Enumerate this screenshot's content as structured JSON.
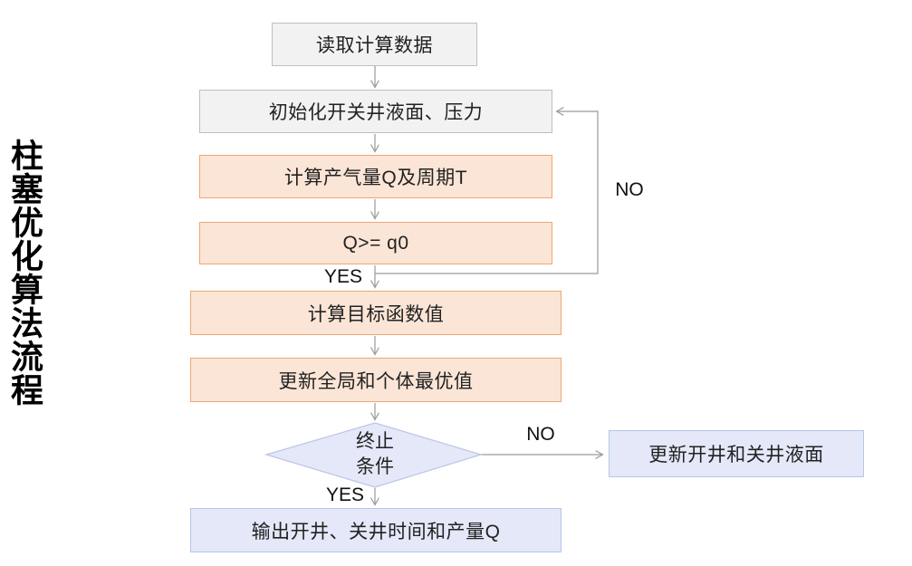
{
  "title": "柱塞优化算法流程",
  "nodes": {
    "read_data": "读取计算数据",
    "init_wells": "初始化开关井液面、压力",
    "calc_q_t": "计算产气量Q及周期T",
    "q_condition": "Q>= q0",
    "calc_objective": "计算目标函数值",
    "update_best": "更新全局和个体最优值",
    "terminate_line1": "终止",
    "terminate_line2": "条件",
    "update_liquid": "更新开井和关井液面",
    "output": "输出开井、关井时间和产量Q"
  },
  "labels": {
    "yes_q": "YES",
    "no_q": "NO",
    "yes_term": "YES",
    "no_term": "NO"
  },
  "edges": [
    {
      "from": "read_data",
      "to": "init_wells",
      "label": ""
    },
    {
      "from": "init_wells",
      "to": "calc_q_t",
      "label": ""
    },
    {
      "from": "calc_q_t",
      "to": "q_condition",
      "label": ""
    },
    {
      "from": "q_condition",
      "to": "calc_objective",
      "label": "YES"
    },
    {
      "from": "q_condition",
      "to": "init_wells",
      "label": "NO"
    },
    {
      "from": "calc_objective",
      "to": "update_best",
      "label": ""
    },
    {
      "from": "update_best",
      "to": "terminate",
      "label": ""
    },
    {
      "from": "terminate",
      "to": "update_liquid",
      "label": "NO"
    },
    {
      "from": "terminate",
      "to": "output",
      "label": "YES"
    }
  ],
  "colors": {
    "gray_fill": "#F2F2F2",
    "gray_border": "#BFBFBF",
    "orange_fill": "#FBE5D6",
    "orange_border": "#F0A772",
    "blue_fill": "#E4E8F8",
    "blue_border": "#B4C7E7",
    "connector": "#9A9A9A",
    "text": "#222222"
  }
}
